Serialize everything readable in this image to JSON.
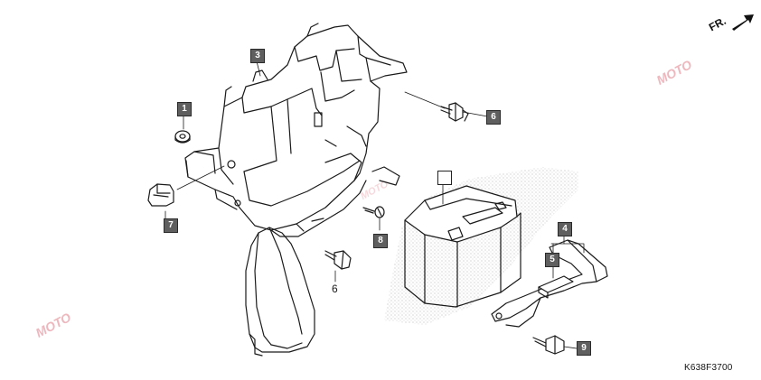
{
  "diagram": {
    "code": "K638F3700",
    "direction_label": "FR.",
    "callouts": [
      {
        "id": "1",
        "label": "1"
      },
      {
        "id": "2",
        "label": ""
      },
      {
        "id": "3",
        "label": "3"
      },
      {
        "id": "4",
        "label": "4"
      },
      {
        "id": "5",
        "label": "5"
      },
      {
        "id": "6a",
        "label": "6"
      },
      {
        "id": "6b",
        "label": "6"
      },
      {
        "id": "7",
        "label": "7"
      },
      {
        "id": "8",
        "label": "8"
      },
      {
        "id": "9",
        "label": "9"
      }
    ],
    "watermark_text": "MOTO"
  },
  "colors": {
    "line": "#1a1a1a",
    "callout_fill": "#5f5f5f",
    "watermark": "#e7a0a8"
  },
  "icons": [
    "front-direction-arrow-icon"
  ]
}
